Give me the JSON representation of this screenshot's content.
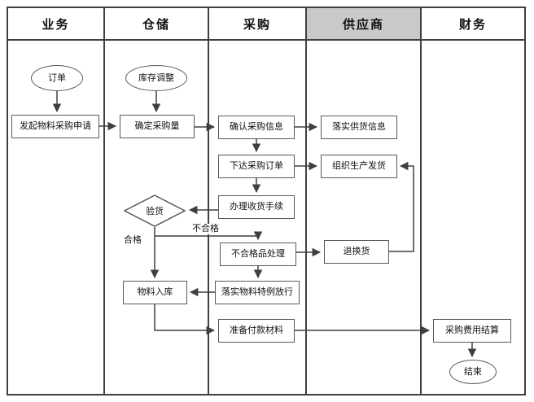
{
  "diagram": {
    "type": "swimlane-flowchart",
    "lanes": [
      {
        "label": "业务"
      },
      {
        "label": "仓储"
      },
      {
        "label": "采购"
      },
      {
        "label": "供应商"
      },
      {
        "label": "财务"
      }
    ],
    "nodes": {
      "order": "订单",
      "initiate_request": "发起物料采购申请",
      "inventory_adjust": "库存调整",
      "determine_qty": "确定采购量",
      "confirm_info": "确认采购信息",
      "implement_supply": "落实供货信息",
      "issue_po": "下达采购订单",
      "organize_ship": "组织生产发货",
      "receive_goods": "办理收货手续",
      "inspect": "验货",
      "nonconforming": "不合格品处理",
      "return_exchange": "退换货",
      "material_in": "物料入库",
      "special_release": "落实物料特例放行",
      "prepare_payment": "准备付款材料",
      "expense_settle": "采购费用结算",
      "end": "结束"
    },
    "edge_labels": {
      "qualified": "合格",
      "unqualified": "不合格"
    },
    "edges": [
      {
        "from": "order",
        "to": "initiate_request"
      },
      {
        "from": "initiate_request",
        "to": "determine_qty"
      },
      {
        "from": "inventory_adjust",
        "to": "determine_qty"
      },
      {
        "from": "determine_qty",
        "to": "confirm_info"
      },
      {
        "from": "confirm_info",
        "to": "implement_supply"
      },
      {
        "from": "confirm_info",
        "to": "issue_po"
      },
      {
        "from": "issue_po",
        "to": "organize_ship"
      },
      {
        "from": "issue_po",
        "to": "receive_goods"
      },
      {
        "from": "receive_goods",
        "to": "inspect"
      },
      {
        "from": "inspect",
        "to": "material_in",
        "label": "合格"
      },
      {
        "from": "inspect",
        "to": "nonconforming",
        "label": "不合格"
      },
      {
        "from": "nonconforming",
        "to": "return_exchange"
      },
      {
        "from": "return_exchange",
        "to": "organize_ship"
      },
      {
        "from": "nonconforming",
        "to": "special_release"
      },
      {
        "from": "special_release",
        "to": "material_in"
      },
      {
        "from": "material_in",
        "to": "prepare_payment"
      },
      {
        "from": "prepare_payment",
        "to": "expense_settle"
      },
      {
        "from": "expense_settle",
        "to": "end"
      }
    ],
    "colors": {
      "line": "#3f3f3f",
      "node_border": "#595959",
      "supplier_header_bg": "#c9c9c9",
      "background": "#ffffff",
      "text": "#111111"
    }
  }
}
